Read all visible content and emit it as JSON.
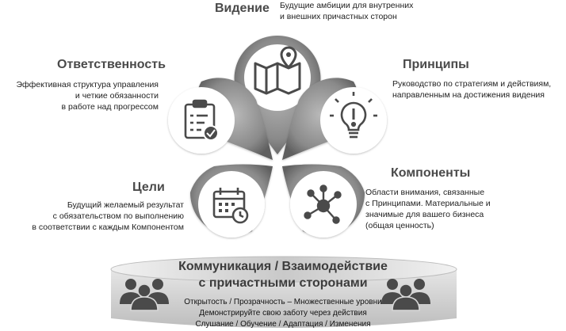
{
  "vision": {
    "title": "Видение",
    "desc": [
      "Будущие амбиции для внутренних",
      "и внешних причастных сторон"
    ]
  },
  "responsibility": {
    "title": "Ответственность",
    "desc": [
      "Эффективная структура управления",
      "и четкие обязанности",
      "в работе над прогрессом"
    ]
  },
  "principles": {
    "title": "Принципы",
    "desc": [
      "Руководство по стратегиям и действиям,",
      "направленным на достижения видения"
    ]
  },
  "goals": {
    "title": "Цели",
    "desc": [
      "Будущий желаемый результат",
      "с обязательством по выполнению",
      "в соответствии с каждым Компонентом"
    ]
  },
  "components": {
    "title": "Компоненты",
    "desc": [
      "Области внимания, связанные",
      "с Принципами. Материальные и",
      "значимые для вашего бизнеса",
      "(общая ценность)"
    ]
  },
  "base": {
    "title_line1": "Коммуникация / Взаимодействие",
    "title_line2": "с причастными сторонами",
    "sub": [
      "Открытость / Прозрачность – Множественные уровни",
      "Демонстрируйте свою заботу через действия",
      "Слушание / Обучение / Адаптация / Изменения"
    ]
  },
  "icons": {
    "vision": "map-pin-icon",
    "responsibility": "clipboard-check-icon",
    "principles": "lightbulb-icon",
    "goals": "calendar-clock-icon",
    "components": "network-icon",
    "stakeholders": "people-group-icon"
  },
  "colors": {
    "petal": "#808080",
    "icon": "#4a4a4a",
    "base_band": "#d4d4d4"
  }
}
